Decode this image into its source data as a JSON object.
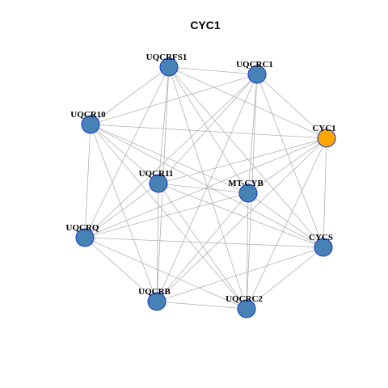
{
  "title": "CYC1",
  "colors": {
    "node_default": "#4682b4",
    "node_focus": "#ffa500",
    "node_border": "#1f3fc8",
    "edge": "#b3b3b3"
  },
  "nodes": [
    {
      "id": "UQCRFS1",
      "label": "UQCRFS1",
      "focus": false
    },
    {
      "id": "UQCRC1",
      "label": "UQCRC1",
      "focus": false
    },
    {
      "id": "UQCR10",
      "label": "UQCR10",
      "focus": false
    },
    {
      "id": "CYC1",
      "label": "CYC1",
      "focus": true
    },
    {
      "id": "UQCR11",
      "label": "UQCR11",
      "focus": false
    },
    {
      "id": "MT-CYB",
      "label": "MT-CYB",
      "focus": false
    },
    {
      "id": "UQCRQ",
      "label": "UQCRQ",
      "focus": false
    },
    {
      "id": "CYCS",
      "label": "CYCS",
      "focus": false
    },
    {
      "id": "UQCRB",
      "label": "UQCRB",
      "focus": false
    },
    {
      "id": "UQCRC2",
      "label": "UQCRC2",
      "focus": false
    }
  ],
  "edges": [
    [
      "UQCRFS1",
      "UQCRC1"
    ],
    [
      "UQCRFS1",
      "UQCR10"
    ],
    [
      "UQCRFS1",
      "CYC1"
    ],
    [
      "UQCRFS1",
      "UQCR11"
    ],
    [
      "UQCRFS1",
      "MT-CYB"
    ],
    [
      "UQCRFS1",
      "UQCRQ"
    ],
    [
      "UQCRFS1",
      "CYCS"
    ],
    [
      "UQCRFS1",
      "UQCRB"
    ],
    [
      "UQCRFS1",
      "UQCRC2"
    ],
    [
      "UQCRC1",
      "UQCR10"
    ],
    [
      "UQCRC1",
      "CYC1"
    ],
    [
      "UQCRC1",
      "UQCR11"
    ],
    [
      "UQCRC1",
      "MT-CYB"
    ],
    [
      "UQCRC1",
      "UQCRQ"
    ],
    [
      "UQCRC1",
      "CYCS"
    ],
    [
      "UQCRC1",
      "UQCRB"
    ],
    [
      "UQCRC1",
      "UQCRC2"
    ],
    [
      "UQCR10",
      "CYC1"
    ],
    [
      "UQCR10",
      "UQCR11"
    ],
    [
      "UQCR10",
      "MT-CYB"
    ],
    [
      "UQCR10",
      "UQCRQ"
    ],
    [
      "UQCR10",
      "CYCS"
    ],
    [
      "UQCR10",
      "UQCRB"
    ],
    [
      "UQCR10",
      "UQCRC2"
    ],
    [
      "CYC1",
      "UQCR11"
    ],
    [
      "CYC1",
      "MT-CYB"
    ],
    [
      "CYC1",
      "UQCRQ"
    ],
    [
      "CYC1",
      "CYCS"
    ],
    [
      "CYC1",
      "UQCRB"
    ],
    [
      "CYC1",
      "UQCRC2"
    ],
    [
      "UQCR11",
      "MT-CYB"
    ],
    [
      "UQCR11",
      "UQCRQ"
    ],
    [
      "UQCR11",
      "CYCS"
    ],
    [
      "UQCR11",
      "UQCRB"
    ],
    [
      "UQCR11",
      "UQCRC2"
    ],
    [
      "MT-CYB",
      "UQCRQ"
    ],
    [
      "MT-CYB",
      "CYCS"
    ],
    [
      "MT-CYB",
      "UQCRB"
    ],
    [
      "MT-CYB",
      "UQCRC2"
    ],
    [
      "UQCRQ",
      "CYCS"
    ],
    [
      "UQCRQ",
      "UQCRB"
    ],
    [
      "UQCRQ",
      "UQCRC2"
    ],
    [
      "CYCS",
      "UQCRB"
    ],
    [
      "CYCS",
      "UQCRC2"
    ],
    [
      "UQCRB",
      "UQCRC2"
    ]
  ]
}
